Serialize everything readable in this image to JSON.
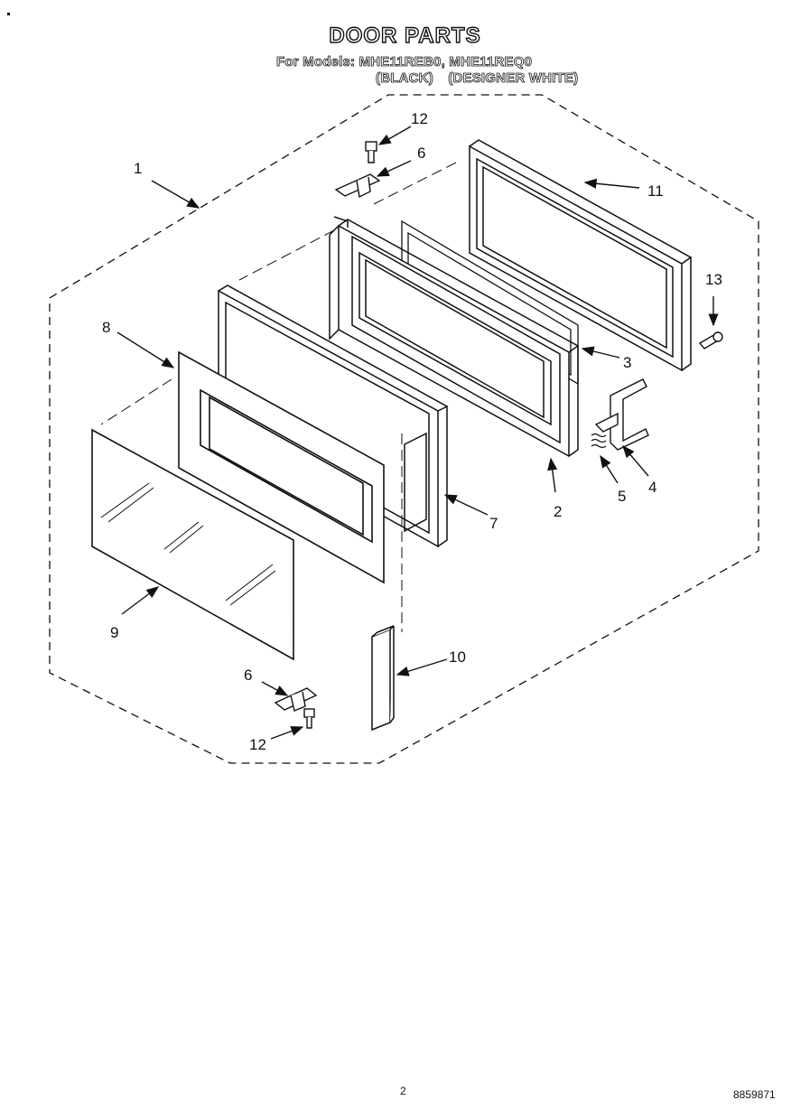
{
  "header": {
    "title": "DOOR PARTS",
    "models_line": "For Models: MHE11REB0, MHE11REQ0",
    "color_black": "(BLACK)",
    "color_white": "(DESIGNER WHITE)"
  },
  "callouts": [
    "1",
    "2",
    "3",
    "4",
    "5",
    "6",
    "7",
    "8",
    "9",
    "10",
    "11",
    "12",
    "13",
    "6",
    "12"
  ],
  "footer": {
    "page_number": "2",
    "diagram_number": "8859871"
  },
  "colors": {
    "ink": "#111111",
    "paper": "#ffffff"
  },
  "icons": [
    "exploded-door-assembly"
  ]
}
